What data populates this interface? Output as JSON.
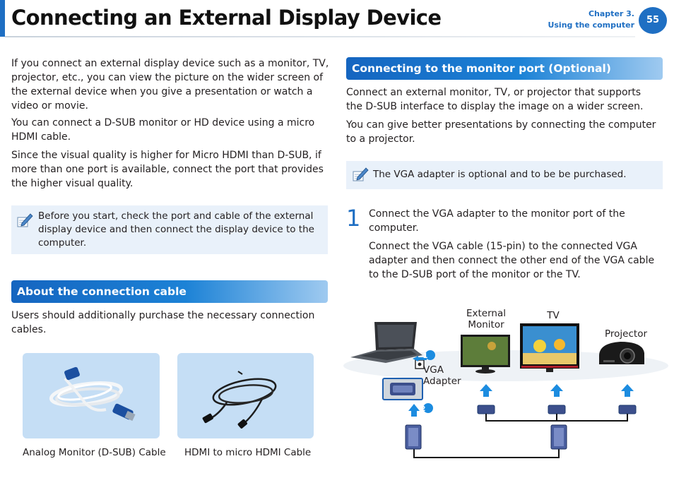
{
  "header": {
    "title": "Connecting an External Display Device",
    "chapter_line1": "Chapter 3.",
    "chapter_line2": "Using the computer",
    "page_number": "55"
  },
  "left": {
    "intro": "If you connect an external display device such as a monitor, TV, projector, etc., you can view the picture on the wider screen of the external device when you give a presentation or watch a video or movie.",
    "para2": "You can connect a D-SUB monitor or HD device using a micro HDMI cable.",
    "para3": "Since the visual quality is higher for Micro HDMI than D-SUB, if more than one port is available, connect the port that provides the higher visual quality.",
    "note": "Before you start, check the port and cable of the external display device and then connect the display device to the computer.",
    "section_title": "About the connection cable",
    "section_text": "Users should additionally purchase the necessary connection cables.",
    "cables": [
      {
        "caption": "Analog Monitor (D-SUB) Cable",
        "icon": "vga-cable-icon"
      },
      {
        "caption": "HDMI to micro HDMI Cable",
        "icon": "hdmi-cable-icon"
      }
    ]
  },
  "right": {
    "section_title": "Connecting to the monitor port (Optional)",
    "para1": "Connect an external monitor, TV, or projector that supports the D-SUB interface to display the image on a wider screen.",
    "para2": "You can give better presentations by connecting the computer to a projector.",
    "note": "The VGA adapter is optional and to be be purchased.",
    "step": {
      "number": "1",
      "line1": "Connect the VGA adapter to the monitor port of the computer.",
      "line2": "Connect the VGA cable (15-pin) to the connected VGA adapter and then connect the other end of the VGA cable to the D-SUB port of the monitor or the TV."
    },
    "diagram": {
      "label_external_monitor": "External Monitor",
      "label_tv": "TV",
      "label_projector": "Projector",
      "label_vga_adapter": "VGA Adapter",
      "marker1": "1",
      "marker2": "2"
    }
  },
  "colors": {
    "accent": "#1f6fc3",
    "note_bg": "#e9f1fa",
    "card_bg": "#c5def5"
  }
}
